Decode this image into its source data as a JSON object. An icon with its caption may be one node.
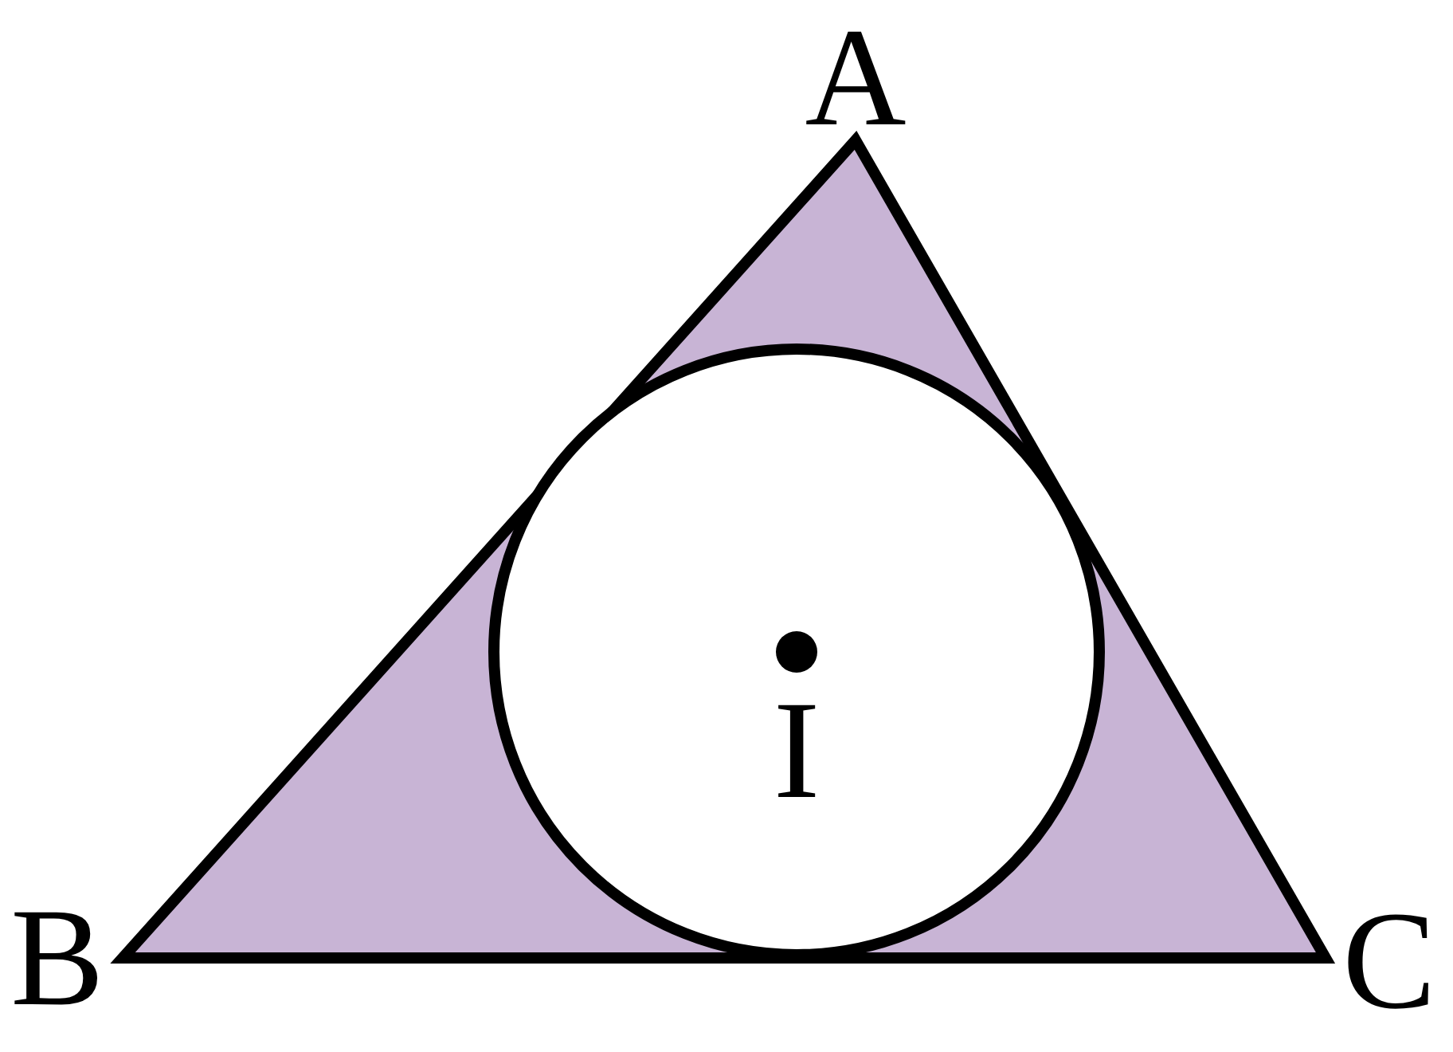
{
  "diagram": {
    "labels": [
      "A",
      "B",
      "I",
      "C"
    ]
  }
}
